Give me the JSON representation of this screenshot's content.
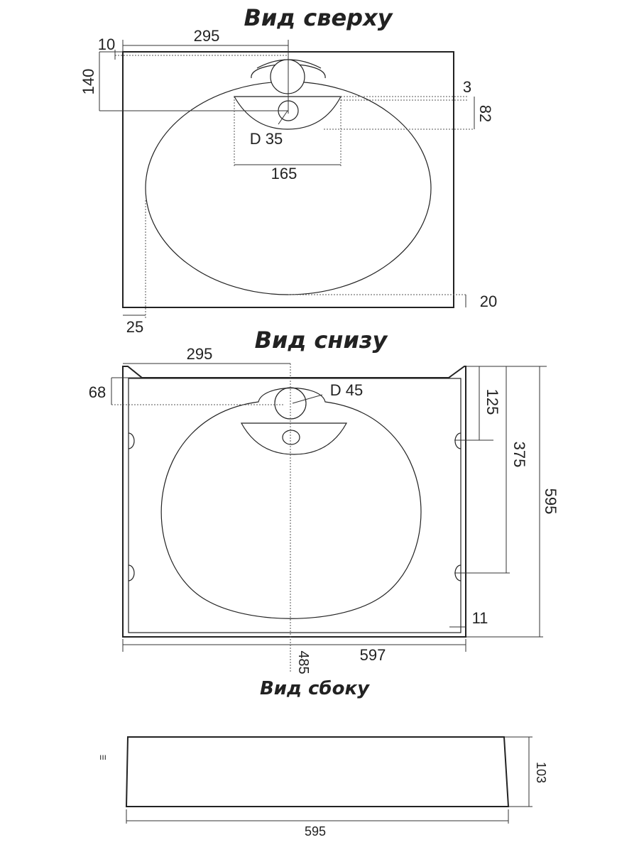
{
  "views": {
    "top": {
      "title": "Вид сверху",
      "dims": {
        "d1": "295",
        "d2": "10",
        "d3": "140",
        "d4": "3",
        "d5": "82",
        "d6": "D 35",
        "d7": "165",
        "d8": "20",
        "d9": "25"
      }
    },
    "bottom": {
      "title": "Вид снизу",
      "dims": {
        "d1": "295",
        "d2": "68",
        "d3": "D 45",
        "d4": "125",
        "d5": "375",
        "d6": "595",
        "d7": "11",
        "d8": "597",
        "d9": "485"
      }
    },
    "side": {
      "title": "Вид сбоку",
      "dims": {
        "d1": "103",
        "d2": "595"
      }
    }
  }
}
